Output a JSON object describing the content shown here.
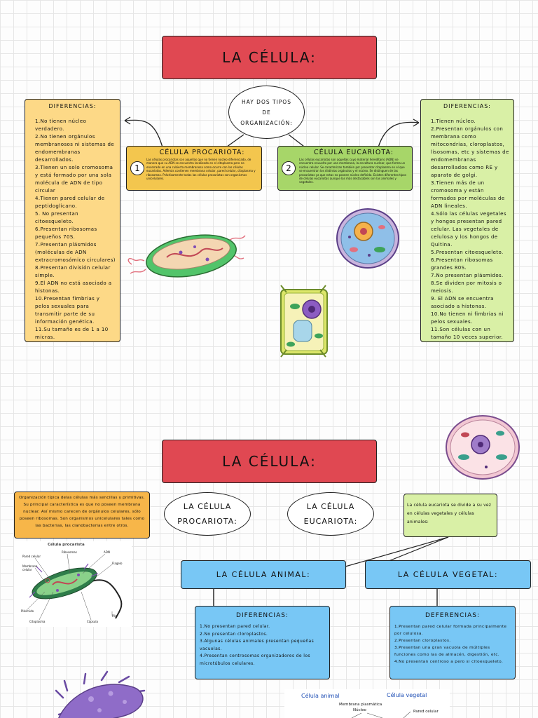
{
  "section1": {
    "title": "LA CÉLULA:",
    "intro_oval": "HAY DOS TIPOS DE ORGANIZACIÓN:",
    "left_panel": {
      "header": "DIFERENCIAS:",
      "items": [
        "1.No tienen núcleo verdadero.",
        "2.No tienen orgánulos membranosos ni sistemas de endomembranas desarrollados.",
        "3.Tienen un solo cromosoma y está formado por una sola molécula de ADN de tipo circular",
        "4.Tienen pared celular de peptidoglicano.",
        "5. No presentan citoesqueleto.",
        "6.Presentan ribosomas pequeños 70S.",
        "7.Presentan plásmidos (moléculas de ADN extracromosómico circulares)",
        "8.Presentan división celular simple.",
        "9.El ADN no está asociado a histonas.",
        "10.Presentan fimbrias y pelos sexuales para transmitir parte de su información genética.",
        "11.Su tamaño es de 1 a 10 micras."
      ]
    },
    "right_panel": {
      "header": "DIFERENCIAS:",
      "items": [
        "1.Tienen núcleo.",
        "2.Presentan orgánulos con membrana como mitocondrias, cloroplastos, lisosomas, etc y sistemas de endomembranas desarrollados como RE y aparato de golgi.",
        "3.Tienen más de un cromosoma y están formados por moléculas de ADN lineales.",
        "4.Sólo las células vegetales y hongos presentan pared celular. Las vegetales de celulosa y los hongos de Quitina.",
        "5.Presentan citoesqueleto.",
        "6.Presentan ribosomas grandes 80S.",
        "7.No presentan plásmidos.",
        "8.Se dividen por mitosis o meiosis.",
        "9. El ADN se encuentra asociado a histonas.",
        "10.No tienen ni fimbrias ni pelos sexuales.",
        "11.Son células con un tamaño 10 veces superior."
      ]
    },
    "procariota": {
      "num": "1",
      "title": "CÉLULA PROCARIOTA:",
      "text": "Las células procariotas son aquellas que no tienen núcleo diferenciado, de manera que su ADN se encuentra localizado en el citoplasma pero no encerrado en una cubierta membranosa como ocurre con las células eucariotas. Además contienen membrana celular, pared celular, citoplasma y ribosomas. Prácticamente todas las células procariotas son organismos unicelulares."
    },
    "eucariota": {
      "num": "2",
      "title": "CÉLULA EUCARIOTA:",
      "text": "Las células eucariotas son aquellas cuyo material hereditario (ADN) se encuentra envuelto por una membrana, la envoltura nuclear, que forma un núcleo celular. Se caracterizan también por presentar citoplasma en el que se encuentran los distintos orgánulos y el núcleo. Se distinguen de las procariotas ya que estas no poseen núcleo definido. Existen diferentes tipos de células eucariotas aunque las más destacables son las animales y vegetales."
    }
  },
  "section2": {
    "title": "LA CÉLULA:",
    "oval_procariota": "LA CÉLULA PROCARIOTA:",
    "oval_eucariota": "LA CÉLULA EUCARIOTA:",
    "procariota_text": "Organización típica delas células más sencillas y primitivas. Su principal característica es que no poseen membrana nuclear. Así mismo carecen de orgánulos celulares, sólo poseen ribosomas. Son organismos unicelulares tales como las bacterias, las cianobacterias entre otros.",
    "eucariota_text": "La célula eucariota se divide a su vez en células vegetales y células animales:",
    "animal": {
      "title": "LA CÉLULA ANIMAL:",
      "header": "DIFERENCIAS:",
      "items": [
        "1.No presentan pared celular.",
        "2.No presentan cloroplastos.",
        "3.Algunas células animales presentan pequeñas vacuolas.",
        "4.Presentan centrosomas organizadores de los microtúbulos celulares."
      ]
    },
    "vegetal": {
      "title": "LA CÉLULA VEGETAL:",
      "header": "DEFERENCIAS:",
      "items": [
        "1.Presentan pared celular formada principalmente por celulosa.",
        "2.Presentan cloroplastos.",
        "3.Presentan una gran vacuola de múltiples funciones como las de almacén, digestión, etc.",
        "4.No presentan centroso a pero si citoesqueleto."
      ]
    },
    "diagram_procariota": {
      "title": "Célula procarista",
      "labels": [
        "Ribosomas",
        "ADN",
        "Pared celular",
        "Membrana celular",
        "Flagelo",
        "Plásmido",
        "Pilo",
        "Citoplasma",
        "Cápsula"
      ]
    },
    "diagram_bottom": {
      "animal_label": "Célula animal",
      "vegetal_label": "Célula vegetal",
      "labels": [
        "Membrana plasmática",
        "Núcleo",
        "Pared celular"
      ]
    }
  },
  "colors": {
    "title_red": "#e04852",
    "panel_yellow": "#fdd987",
    "panel_green": "#d9f0a6",
    "pro_box": "#f3c64e",
    "euk_box": "#a7d669",
    "orange_box": "#f7b649",
    "blue_box": "#78c7f5"
  }
}
